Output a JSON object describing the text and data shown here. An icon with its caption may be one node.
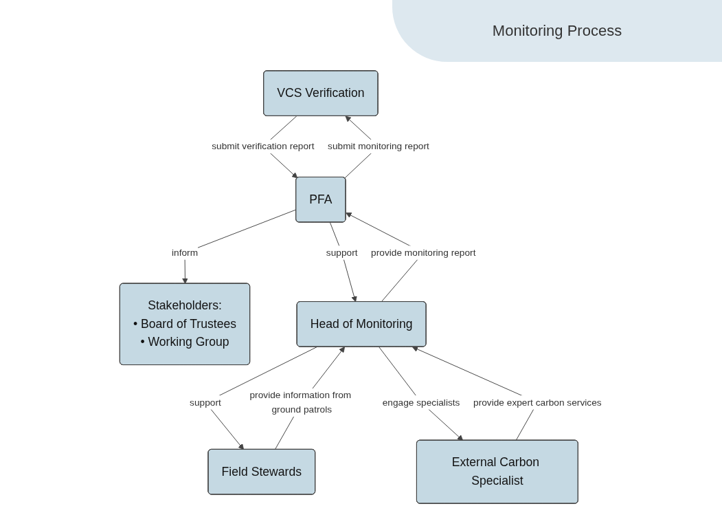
{
  "diagram": {
    "title": "Monitoring Process",
    "nodes": [
      {
        "text": [
          "VCS Verification"
        ]
      },
      {
        "text": [
          "PFA"
        ]
      },
      {
        "text": [
          "Stakeholders:",
          "• Board of Trustees",
          "• Working Group"
        ]
      },
      {
        "text": [
          "Head of Monitoring"
        ]
      },
      {
        "text": [
          "Field Stewards"
        ]
      },
      {
        "text": [
          "External Carbon Specialist"
        ]
      }
    ],
    "edges": [
      {
        "from": 1,
        "to": 0,
        "arrow": "to",
        "label": "submit monitoring report"
      },
      {
        "from": 0,
        "to": 1,
        "arrow": "to",
        "label": "submit verification report"
      },
      {
        "from": 1,
        "to": 2,
        "arrow": "to",
        "label": "inform"
      },
      {
        "from": 1,
        "to": 3,
        "arrow": "to",
        "label": "support"
      },
      {
        "from": 3,
        "to": 1,
        "arrow": "to",
        "label": "provide monitoring report"
      },
      {
        "from": 4,
        "to": 3,
        "arrow": "to",
        "label": "provide information from ground patrols"
      },
      {
        "from": 3,
        "to": 4,
        "arrow": "to",
        "label": "support"
      },
      {
        "from": 3,
        "to": 5,
        "arrow": "to",
        "label": "engage specialists"
      },
      {
        "from": 5,
        "to": 3,
        "arrow": "to",
        "label": "provide expert carbon services"
      }
    ]
  }
}
